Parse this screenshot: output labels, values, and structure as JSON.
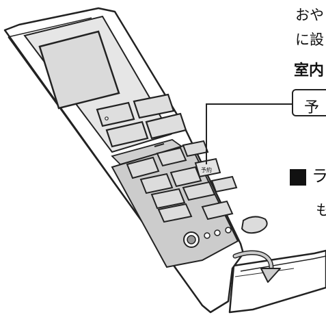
{
  "text": {
    "intro_line1": "おや",
    "intro_line2": "に設",
    "heading": "室内",
    "button_label": "予",
    "section_title": "ラ",
    "section_body": "も"
  },
  "remote": {
    "timer_button_label": "予約"
  }
}
